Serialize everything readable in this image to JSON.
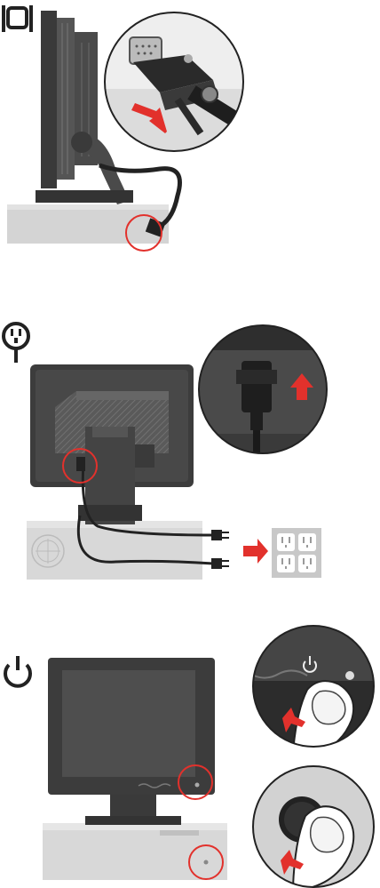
{
  "steps": [
    {
      "id": "connect-video-cable",
      "icon": "video-connector-icon"
    },
    {
      "id": "connect-power-cord",
      "icon": "power-plug-icon"
    },
    {
      "id": "turn-on-power",
      "icon": "power-button-icon"
    }
  ],
  "colors": {
    "accent_red": "#e2312c",
    "monitor_dark": "#3c3c3c",
    "bezel": "#4a4a4a",
    "light_gray": "#d8d8d8",
    "outlet_gray": "#c8c8c8"
  }
}
